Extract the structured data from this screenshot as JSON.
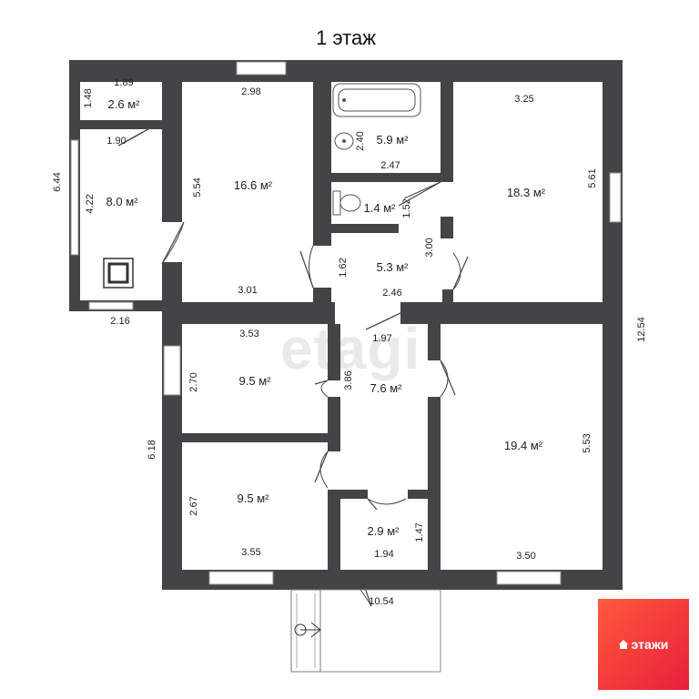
{
  "title": "1 этаж",
  "watermark": "etagi",
  "logo_text": "этажи",
  "rooms": [
    {
      "id": "closet",
      "area": "2.6 м²"
    },
    {
      "id": "boiler",
      "area": "8.0 м²"
    },
    {
      "id": "room-1",
      "area": "16.6 м²"
    },
    {
      "id": "bathroom",
      "area": "5.9 м²"
    },
    {
      "id": "toilet",
      "area": "1.4 м²"
    },
    {
      "id": "hall-1",
      "area": "5.3 м²"
    },
    {
      "id": "room-2",
      "area": "18.3 м²"
    },
    {
      "id": "room-3",
      "area": "9.5 м²"
    },
    {
      "id": "room-4",
      "area": "9.5 м²"
    },
    {
      "id": "corridor",
      "area": "7.6 м²"
    },
    {
      "id": "vestibule",
      "area": "2.9 м²"
    },
    {
      "id": "room-5",
      "area": "19.4 м²"
    }
  ],
  "dimensions": [
    "1.89",
    "1.48",
    "1.90",
    "6.44",
    "4.22",
    "2.16",
    "2.98",
    "5.54",
    "3.01",
    "2.40",
    "2.47",
    "1.52",
    "1.62",
    "3.00",
    "2.46",
    "1.97",
    "3.25",
    "5.61",
    "12.54",
    "3.53",
    "2.70",
    "3.86",
    "6.18",
    "2.67",
    "3.55",
    "1.47",
    "1.94",
    "10.54",
    "5.53",
    "3.50"
  ],
  "colors": {
    "wall": "#444446",
    "logo_from": "#ff5a3c",
    "logo_to": "#e81f3c"
  }
}
